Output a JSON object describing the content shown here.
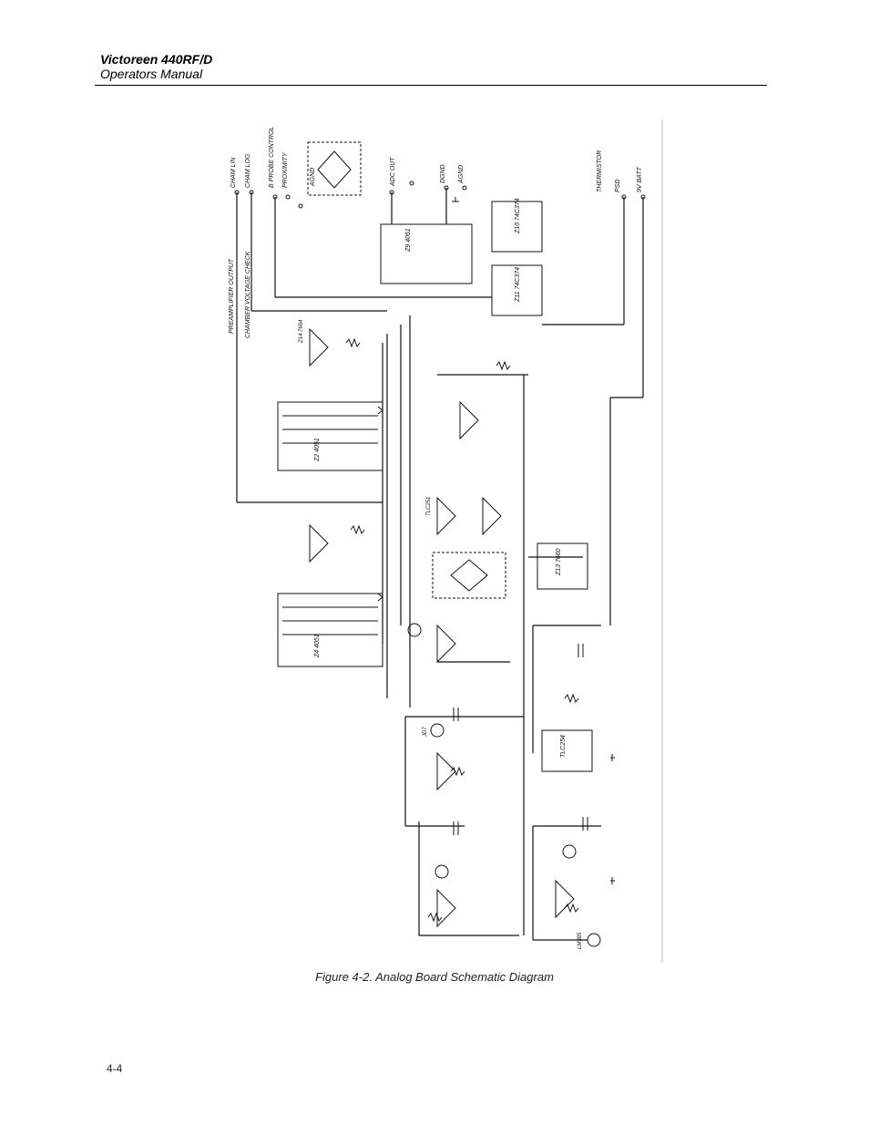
{
  "header": {
    "title": "Victoreen 440RF/D",
    "subtitle": "Operators Manual"
  },
  "figure": {
    "caption": "Figure 4-2. Analog Board Schematic Diagram",
    "top_labels": [
      "PREAMPLIFIER OUTPUT",
      "CHAMBER VOLTAGE CHECK",
      "CHAM LIN",
      "CHAM LOG",
      "B PROBE CONTROL",
      "PROXIMITY",
      "AGND",
      "ADC OUT",
      "DGND",
      "AGND",
      "THERMISTOR",
      "PSD",
      "9V BATT"
    ],
    "chip_labels": [
      "Z9 4051",
      "Z10 74C374",
      "Z11 74C374",
      "Z2 4051",
      "Z4 4051",
      "Z13 7660",
      "Z14 7664",
      "TLC251",
      "TLC254",
      "JD7",
      "LM385"
    ]
  },
  "page": {
    "number": "4-4"
  }
}
